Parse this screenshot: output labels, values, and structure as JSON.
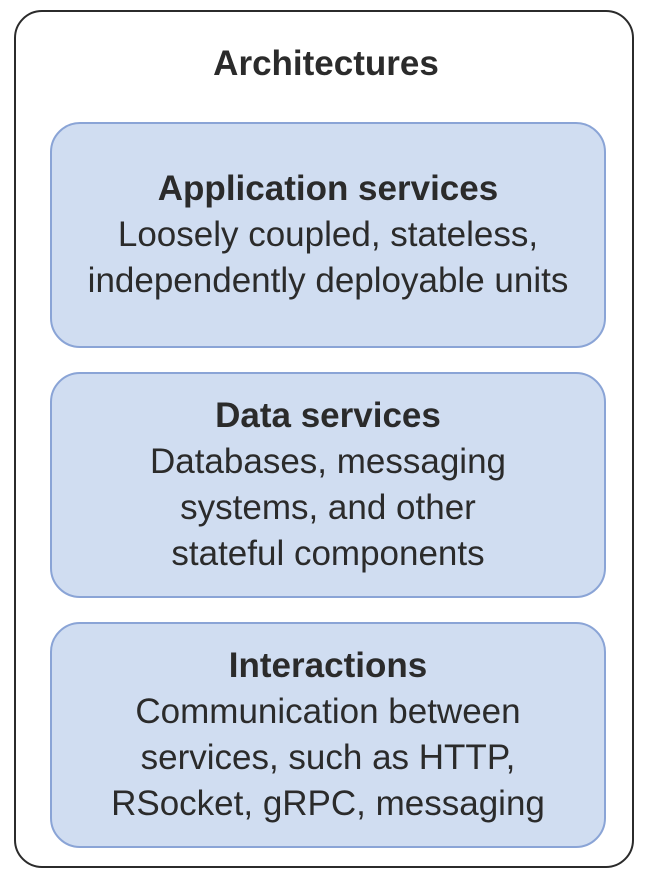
{
  "title": "Architectures",
  "cards": [
    {
      "heading": "Application services",
      "lines": [
        "Loosely coupled, stateless,",
        "independently deployable units"
      ]
    },
    {
      "heading": "Data services",
      "lines": [
        "Databases, messaging",
        "systems, and other",
        "stateful components"
      ]
    },
    {
      "heading": "Interactions",
      "lines": [
        "Communication between",
        "services, such as HTTP,",
        "RSocket, gRPC, messaging"
      ]
    }
  ],
  "colors": {
    "card_fill": "#d0ddf1",
    "card_border": "#8aa4d6",
    "outer_border": "#2b2b2b",
    "text": "#2b2b2b"
  }
}
